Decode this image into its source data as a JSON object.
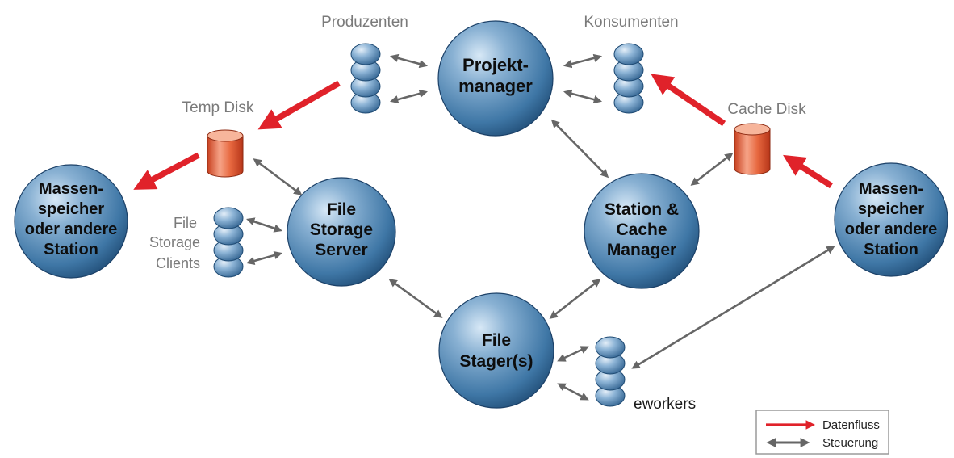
{
  "nodes": {
    "projektmanager": [
      "Projekt-",
      "manager"
    ],
    "file_storage_server": [
      "File",
      "Storage",
      "Server"
    ],
    "station_cache_manager": [
      "Station &",
      "Cache",
      "Manager"
    ],
    "file_stager": [
      "File",
      "Stager(s)"
    ],
    "massenspeicher_left": [
      "Massen-",
      "speicher",
      "oder andere",
      "Station"
    ],
    "massenspeicher_right": [
      "Massen-",
      "speicher",
      "oder andere",
      "Station"
    ]
  },
  "labels": {
    "produzenten": "Produzenten",
    "konsumenten": "Konsumenten",
    "temp_disk": "Temp Disk",
    "cache_disk": "Cache Disk",
    "file_storage_clients": [
      "File",
      "Storage",
      "Clients"
    ],
    "eworkers": "eworkers"
  },
  "legend": {
    "datenfluss": "Datenfluss",
    "steuerung": "Steuerung"
  },
  "colors": {
    "node_fill": "#4a80ad",
    "data_flow": "#e0222a",
    "control": "#666666",
    "disk": "#e05a38"
  }
}
